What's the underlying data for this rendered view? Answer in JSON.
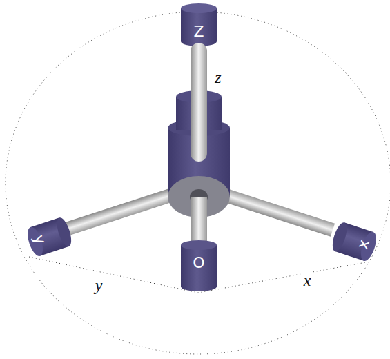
{
  "diagram": {
    "nodes": [
      {
        "text": [
          "Z"
        ]
      },
      {
        "text": [
          "y"
        ]
      },
      {
        "text": [
          "x"
        ]
      },
      {
        "text": [
          "O"
        ]
      }
    ],
    "labels": [
      "z",
      "y",
      "x"
    ]
  }
}
